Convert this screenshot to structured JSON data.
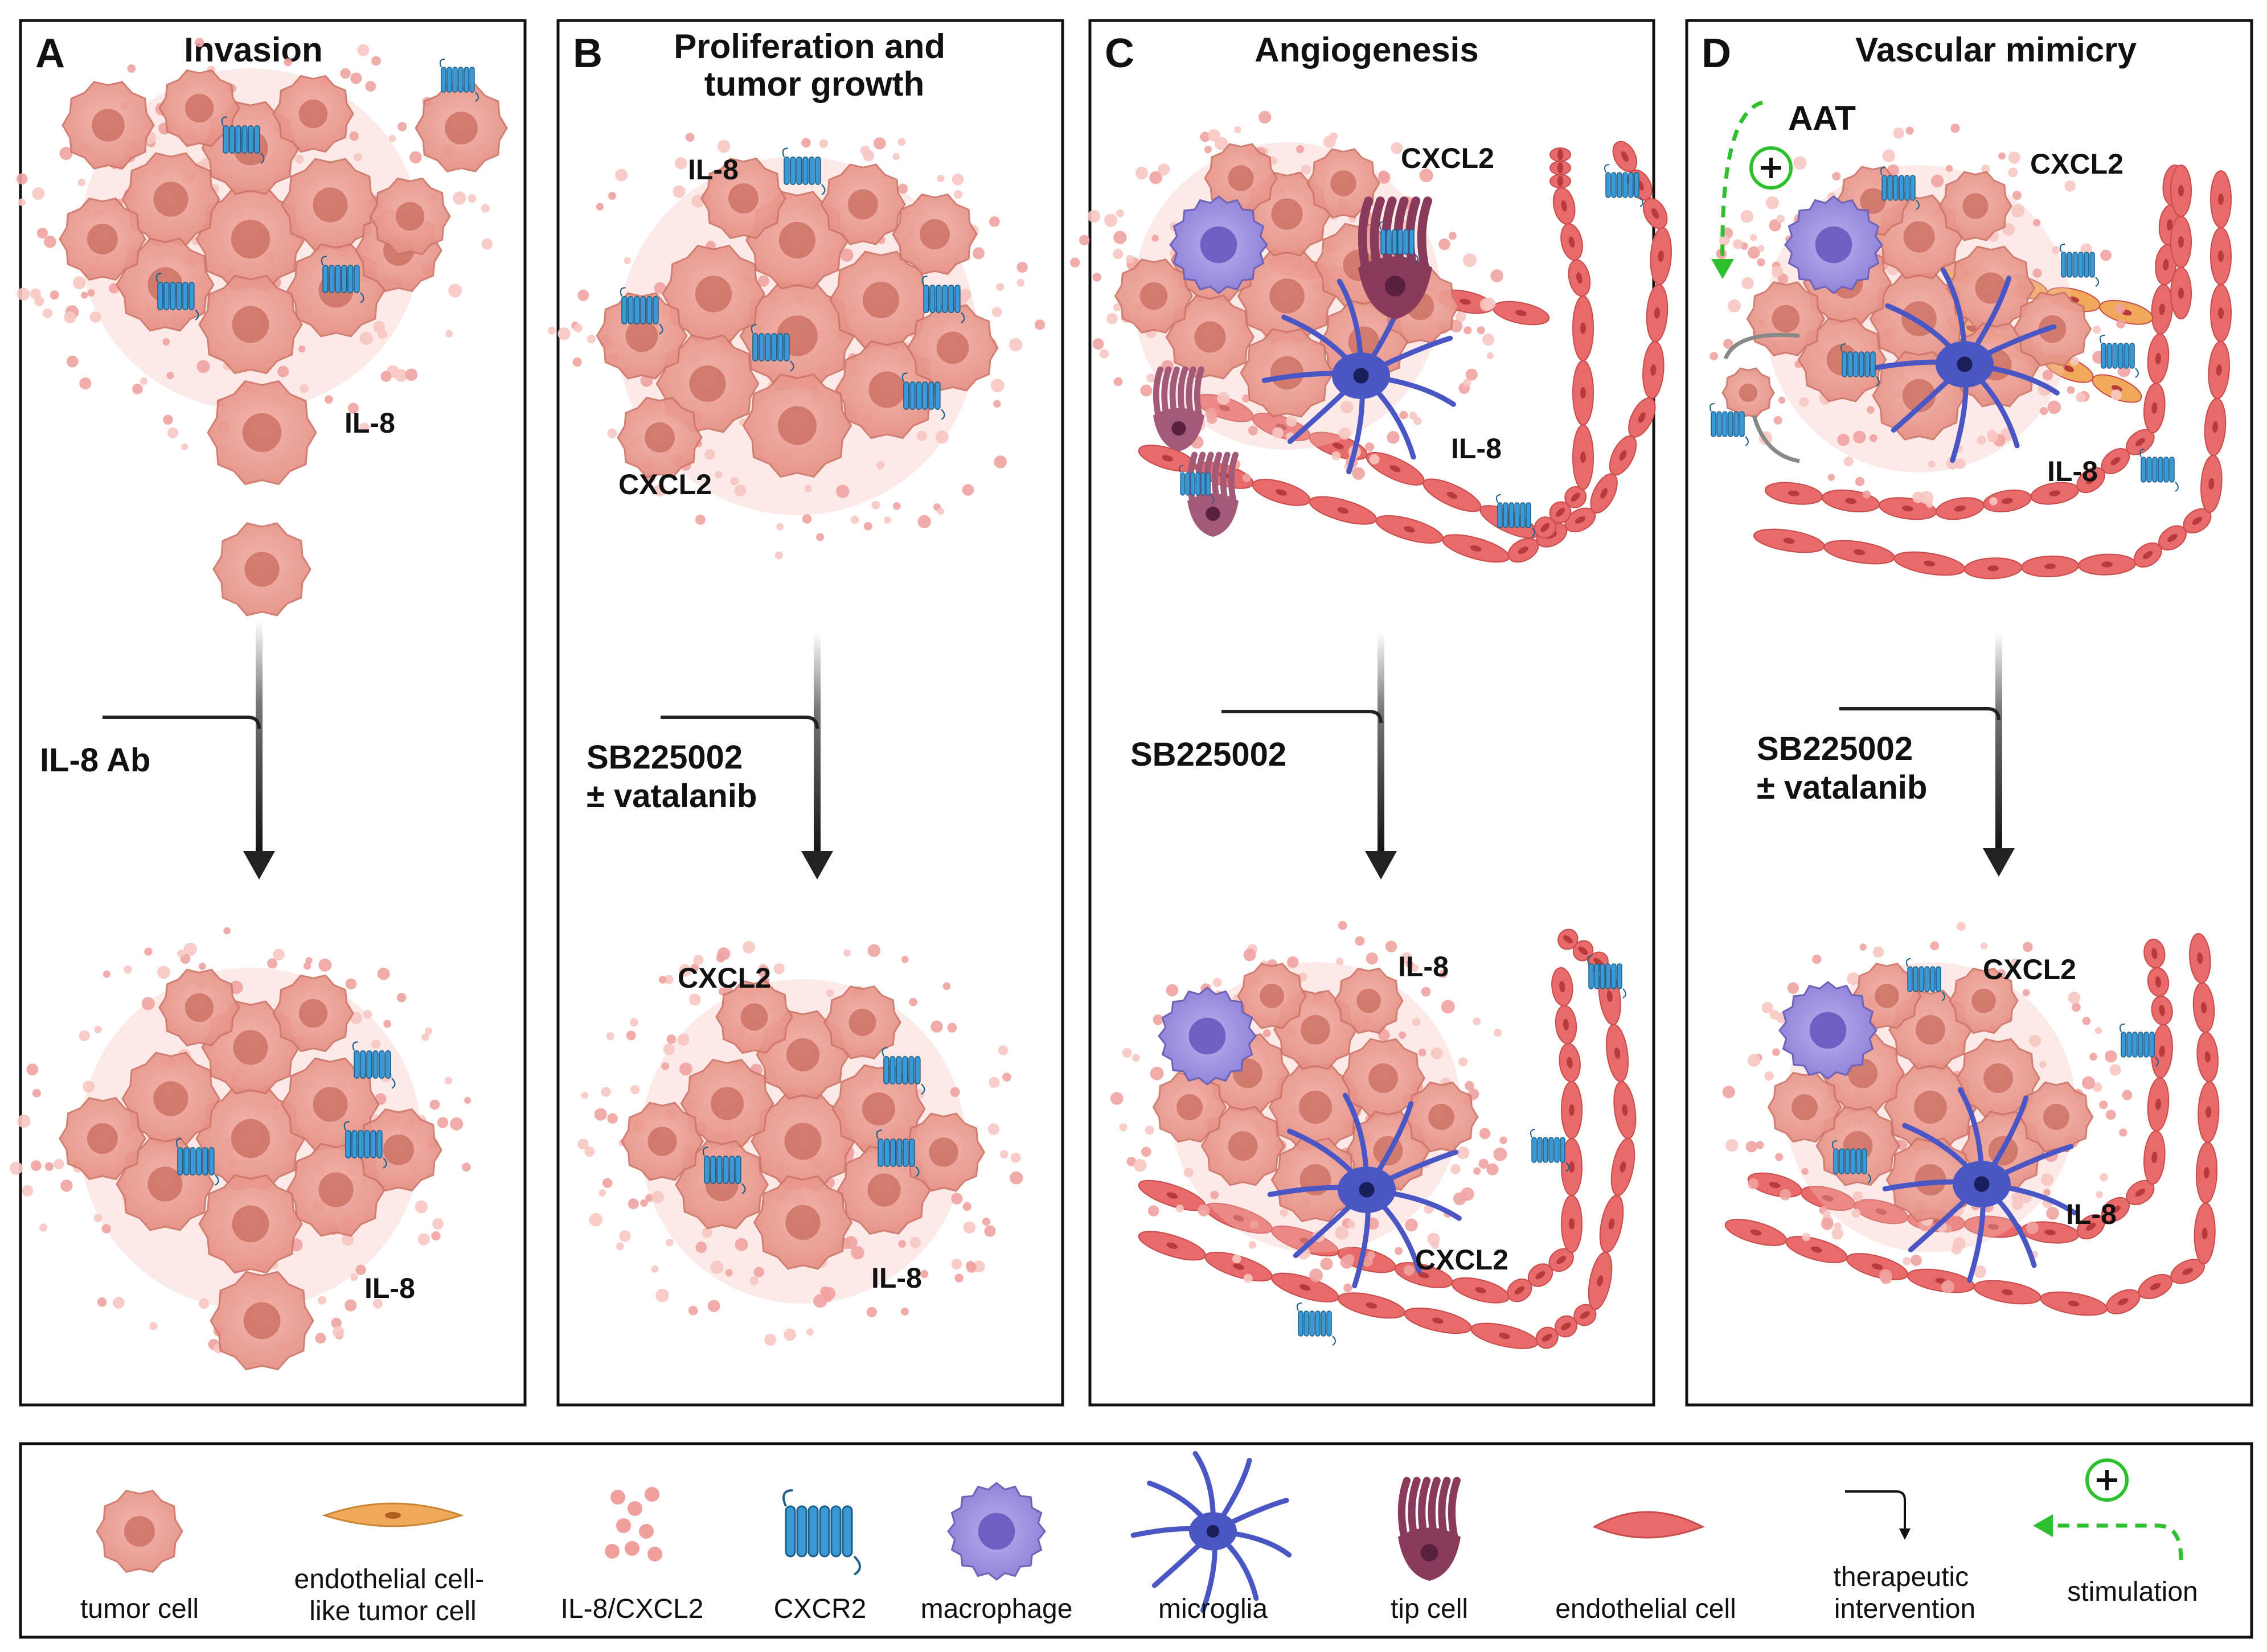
{
  "panels": [
    {
      "letter": "A",
      "title": [
        "Invasion"
      ],
      "drug": [
        "IL-8 Ab"
      ],
      "top_labels": [
        "IL-8"
      ],
      "bottom_labels": [
        "IL-8"
      ]
    },
    {
      "letter": "B",
      "title": [
        "Proliferation and",
        "tumor growth"
      ],
      "drug": [
        "SB225002",
        "± vatalanib"
      ],
      "top_labels": [
        "IL-8",
        "CXCL2"
      ],
      "bottom_labels": [
        "CXCL2",
        "IL-8"
      ]
    },
    {
      "letter": "C",
      "title": [
        "Angiogenesis"
      ],
      "drug": [
        "SB225002"
      ],
      "top_labels": [
        "CXCL2",
        "IL-8"
      ],
      "bottom_labels": [
        "IL-8",
        "CXCL2"
      ]
    },
    {
      "letter": "D",
      "title": [
        "Vascular mimicry"
      ],
      "drug": [
        "SB225002",
        "± vatalanib"
      ],
      "top_labels": [
        "AAT",
        "CXCL2",
        "IL-8"
      ],
      "bottom_labels": [
        "CXCL2",
        "IL-8"
      ]
    }
  ],
  "legend": [
    {
      "icon": "tumor-cell-icon",
      "label": [
        "tumor cell"
      ]
    },
    {
      "icon": "endothelial-like-tumor-cell-icon",
      "label": [
        "endothelial cell-",
        "like tumor cell"
      ]
    },
    {
      "icon": "chemokine-dots-icon",
      "label": [
        "IL-8/CXCL2"
      ]
    },
    {
      "icon": "receptor-icon",
      "label": [
        "CXCR2"
      ]
    },
    {
      "icon": "macrophage-icon",
      "label": [
        "macrophage"
      ]
    },
    {
      "icon": "microglia-icon",
      "label": [
        "microglia"
      ]
    },
    {
      "icon": "tip-cell-icon",
      "label": [
        "tip cell"
      ]
    },
    {
      "icon": "endothelial-cell-icon",
      "label": [
        "endothelial  cell"
      ]
    },
    {
      "icon": "intervention-icon",
      "label": [
        "therapeutic",
        "intervention"
      ]
    },
    {
      "icon": "stimulation-icon",
      "label": [
        "stimulation"
      ]
    }
  ],
  "colors": {
    "tumor": "#e8958a",
    "tumor_edge": "#cf7468",
    "nucleus": "#c8695c",
    "macrophage": "#9b8ed8",
    "microglia": "#4a56c4",
    "tip_cell": "#8a3a5a",
    "endothelial": "#e86a6a",
    "el_tumor": "#f0a85a",
    "receptor": "#3a9ad8",
    "stimulation": "#2ec02e",
    "arrow": "#222222"
  }
}
